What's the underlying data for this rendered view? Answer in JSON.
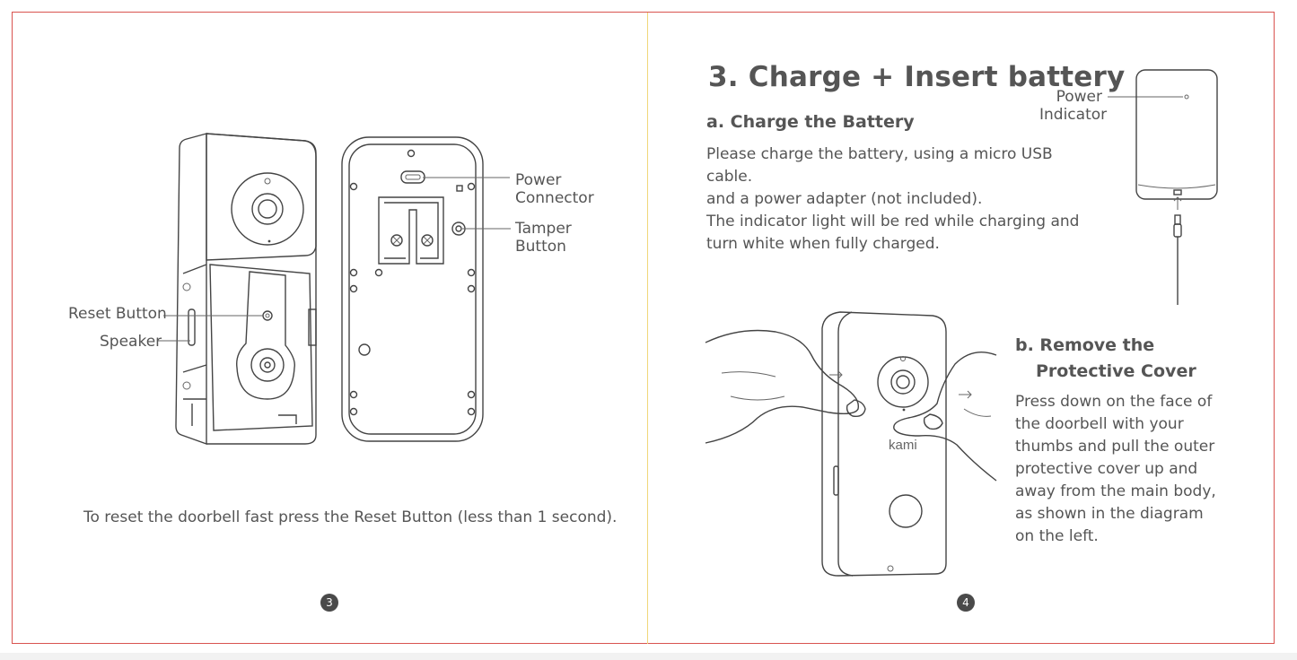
{
  "left_page": {
    "labels": {
      "power_connector": [
        "Power",
        "Connector"
      ],
      "tamper_button": [
        "Tamper",
        "Button"
      ],
      "reset_button": "Reset Button",
      "speaker": "Speaker"
    },
    "caption": "To reset the doorbell fast press the Reset Button (less than 1 second).",
    "page_number": "3"
  },
  "right_page": {
    "title": "3. Charge + Insert battery",
    "section_a": {
      "heading": "a. Charge the Battery",
      "lines": [
        "Please charge the battery, using a micro USB cable.",
        "and a power adapter (not included).",
        "The indicator light will be red while charging and",
        "turn white when fully charged."
      ]
    },
    "power_indicator": [
      "Power",
      "Indicator"
    ],
    "section_b": {
      "heading": [
        "b. Remove the",
        "Protective Cover"
      ],
      "lines": [
        "Press down on the face of",
        "the doorbell with your",
        "thumbs and pull the outer",
        "protective cover up and",
        "away from the main body,",
        "as shown in the diagram",
        "on the left."
      ]
    },
    "brand_logo": "kami",
    "page_number": "4"
  }
}
